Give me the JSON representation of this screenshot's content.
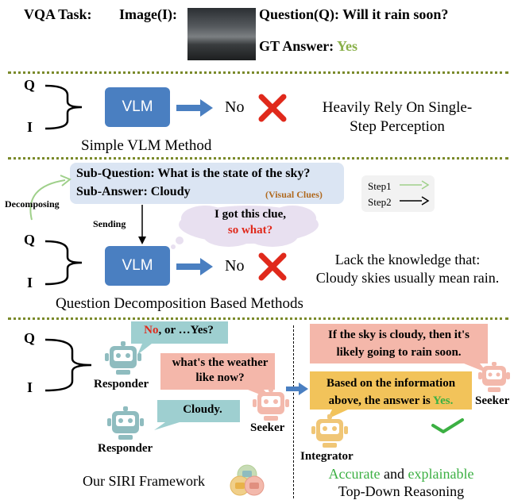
{
  "header": {
    "task_label": "VQA Task:",
    "image_label": "Image(I):",
    "question": "Question(Q): Will it rain soon?",
    "gt_prefix": "GT Answer:",
    "gt_answer": "Yes"
  },
  "labels": {
    "q": "Q",
    "i": "I"
  },
  "simple": {
    "vlm": "VLM",
    "output": "No",
    "comment_line1": "Heavily Rely On Single-",
    "comment_line2": "Step Perception",
    "caption": "Simple VLM Method"
  },
  "decomp": {
    "sub_question": "Sub-Question: What is the state of the sky?",
    "sub_answer": "Sub-Answer: Cloudy",
    "visual_clues": "(Visual Clues)",
    "decomposing": "Decomposing",
    "sending": "Sending",
    "thought_line1": "I got this clue,",
    "thought_line2": "so what?",
    "legend": {
      "step1": "Step1",
      "step2": "Step2"
    },
    "vlm": "VLM",
    "output": "No",
    "comment_line1": "Lack the knowledge that:",
    "comment_line2": "Cloudy skies usually mean rain.",
    "caption": "Question Decomposition Based Methods"
  },
  "siri": {
    "responder_answer_no": "No",
    "responder_answer_rest": ", or …Yes?",
    "seeker_question": "what's the weather like now?",
    "responder_reply": "Cloudy.",
    "responder_label": "Responder",
    "responder_label_2": "Responder",
    "seeker_label": "Seeker",
    "seeker_label_2": "Seeker",
    "integrator_label": "Integrator",
    "knowledge_line1": "If the sky is cloudy, then it's",
    "knowledge_line2": "likely going to rain soon.",
    "integrate_line1": "Based on the information",
    "integrate_line2": "above, the answer is",
    "integrate_answer": "Yes.",
    "caption": "Our SIRI Framework",
    "tagline_accurate": "Accurate",
    "tagline_and": "and",
    "tagline_explainable": "explainable",
    "tagline_line2": "Top-Down Reasoning"
  },
  "colors": {
    "vlm_blue": "#4a7fc1",
    "cross_red": "#e0291b",
    "green": "#3cb043",
    "olive": "#6a8a1f",
    "bubble_teal": "#9ecfd0",
    "bubble_pink": "#f4b7aa",
    "bubble_gold": "#f2c35a",
    "subq_box": "#dbe5f3",
    "robot_teal": "#8fbcbf",
    "robot_pink": "#f3b9ac",
    "robot_gold": "#f0c676"
  },
  "icons": [
    "cloudy-sky-photo",
    "brace",
    "arrow-right",
    "x-mark",
    "robot",
    "check-mark",
    "thought-cloud",
    "venn-robots"
  ]
}
